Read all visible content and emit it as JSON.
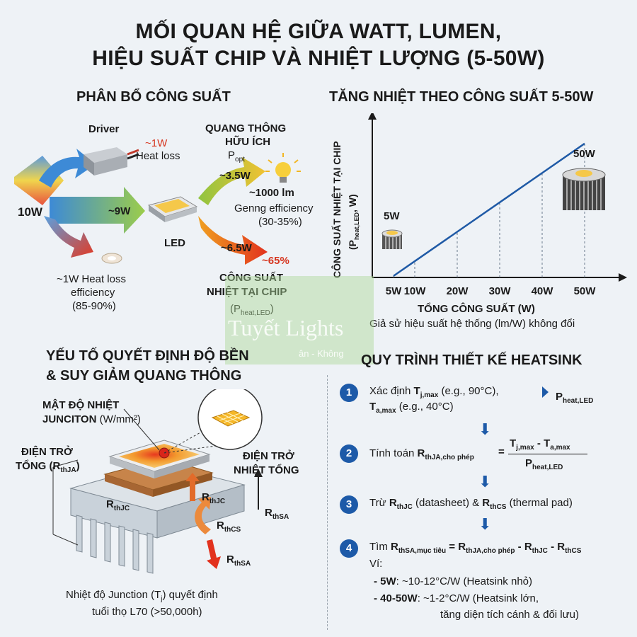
{
  "title": {
    "line1": "MỐI QUAN HỆ GIỮA WATT, LUMEN,",
    "line2": "HIỆU SUẤT CHIP VÀ NHIỆT LƯỢNG (5-50W)"
  },
  "power": {
    "heading": "PHÂN BỔ CÔNG SUẤT",
    "input": "10W",
    "driver": "Driver",
    "driver_loss_value": "~1W",
    "driver_loss_label": "Heat loss",
    "led_power": "~9W",
    "led": "LED",
    "useful_title_1": "QUANG THÔNG",
    "useful_title_2": "HỮU ÍCH",
    "popt": "P",
    "popt_sub": "opt",
    "optical_w": "~3.5W",
    "lumen": "~1000 lm",
    "eff_1": "Genng efficiency",
    "eff_2": "(30-35%)",
    "heat_w": "~6.5W",
    "heat_pct": "~65%",
    "heat_title_1": "CÔNG SUẤT",
    "heat_title_2": "NHIỆT TẠI CHIP",
    "pheat": "(P",
    "pheat_sub": "heat,LED",
    "pheat_close": ")",
    "bottom_loss_1": "~1W Heat loss",
    "bottom_loss_2": "efficiency",
    "bottom_loss_3": "(85-90%)"
  },
  "thermal_chart": {
    "heading": "TĂNG NHIỆT THEO CÔNG SUẤT 5-50W",
    "ylabel_1": "CÔNG SUẤT NHIỆT TẠI CHIP",
    "ylabel_2": "(P",
    "ylabel_sub": "heat,LED",
    "ylabel_end": ", W)",
    "xlabel": "TỔNG CÔNG SUẤT (W)",
    "note": "Giả sử hiệu suất hệ thống (lm/W) không đổi",
    "label_5w": "5W",
    "label_50w": "50W",
    "line_color": "#1f5aa6"
  },
  "chart_data": {
    "type": "line",
    "categories": [
      "5W",
      "10W",
      "20W",
      "30W",
      "40W",
      "50W"
    ],
    "x": [
      5,
      10,
      20,
      30,
      40,
      50
    ],
    "series": [
      {
        "values": [
          0.3,
          3.2,
          9,
          14.8,
          20.6,
          26.4
        ]
      }
    ],
    "xlabel": "TỔNG CÔNG SUẤT (W)",
    "ylabel": "CÔNG SUẤT NHIỆT TẠI CHIP (Pheat,LED, W)",
    "title": "TĂNG NHIỆT THEO CÔNG SUẤT 5-50W",
    "grid": "vertical dashed"
  },
  "durability": {
    "heading_1": "YẾU TỐ QUYẾT ĐỊNH ĐỘ BỀN",
    "heading_2": "& SUY GIẢM QUANG THÔNG",
    "density_1": "MẬT ĐỘ NHIỆT",
    "density_2": "JUNCITON",
    "density_unit": "(W/mm²)",
    "total_res_1": "ĐIỆN TRỞ",
    "total_res_2": "TỔNG (R",
    "total_res_sub": "thJA",
    "total_res_end": ")",
    "total_res_r_1": "ĐIỆN TRỞ",
    "total_res_r_2": "NHIỆT TỔNG",
    "rthjc_l": "R",
    "rthjc_l_sub": "thJC",
    "rthjc_r": "R",
    "rthjc_r_sub": "thJC",
    "rthcs": "R",
    "rthcs_sub": "thCS",
    "rthsa_top": "R",
    "rthsa_top_sub": "thSA",
    "rthsa_bot": "R",
    "rthsa_bot_sub": "thSA",
    "junction_1": "Nhiệt độ Junction (T",
    "junction_sub": "j",
    "junction_2": ") quyết định",
    "junction_3": "tuổi thọ L70 (>50,000h)"
  },
  "heatsink": {
    "heading": "QUY TRÌNH THIẾT KẾ HEATSINK",
    "s1_num": "1",
    "s1_a": "Xác định ",
    "s1_t": "T",
    "s1_t_sub": "j,max",
    "s1_b": " (e.g., 90°C),",
    "s1_t2": "T",
    "s1_t2_sub": "a,max",
    "s1_c": " (e.g., 40°C)",
    "s1_p": "P",
    "s1_p_sub": "heat,LED",
    "s2_num": "2",
    "s2_a": "Tính toán ",
    "s2_r": "R",
    "s2_r_sub": "thJA,cho phép",
    "s2_eq": "=",
    "s2_num_t1": "T",
    "s2_num_t1_sub": "j,max",
    "s2_minus": " - ",
    "s2_num_t2": "T",
    "s2_num_t2_sub": "a,max",
    "s2_den": "P",
    "s2_den_sub": "heat,LED",
    "s3_num": "3",
    "s3_a": "Trừ ",
    "s3_r1": "R",
    "s3_r1_sub": "thJC",
    "s3_b": " (datasheet) & ",
    "s3_r2": "R",
    "s3_r2_sub": "thCS",
    "s3_c": " (thermal pad)",
    "s4_num": "4",
    "s4_a": "Tìm ",
    "s4_r1": "R",
    "s4_r1_sub": "thSA,mục tiêu",
    "s4_eq": " = ",
    "s4_r2": "R",
    "s4_r2_sub": "thJA,cho phép",
    "s4_m1": " - ",
    "s4_r3": "R",
    "s4_r3_sub": "thJC",
    "s4_m2": " - ",
    "s4_r4": "R",
    "s4_r4_sub": "thCS",
    "vi": "Ví:",
    "ex1_b": "- 5W",
    "ex1": ": ~10-12°C/W (Heatsink nhỏ)",
    "ex2_b": "- 40-50W",
    "ex2": ": ~1-2°C/W (Heatsink lớn,",
    "ex2_cont": "tăng diện tích cánh & đối lưu)"
  },
  "watermark": {
    "brand": "Tuyết Lights",
    "tag": "ân - Không"
  }
}
